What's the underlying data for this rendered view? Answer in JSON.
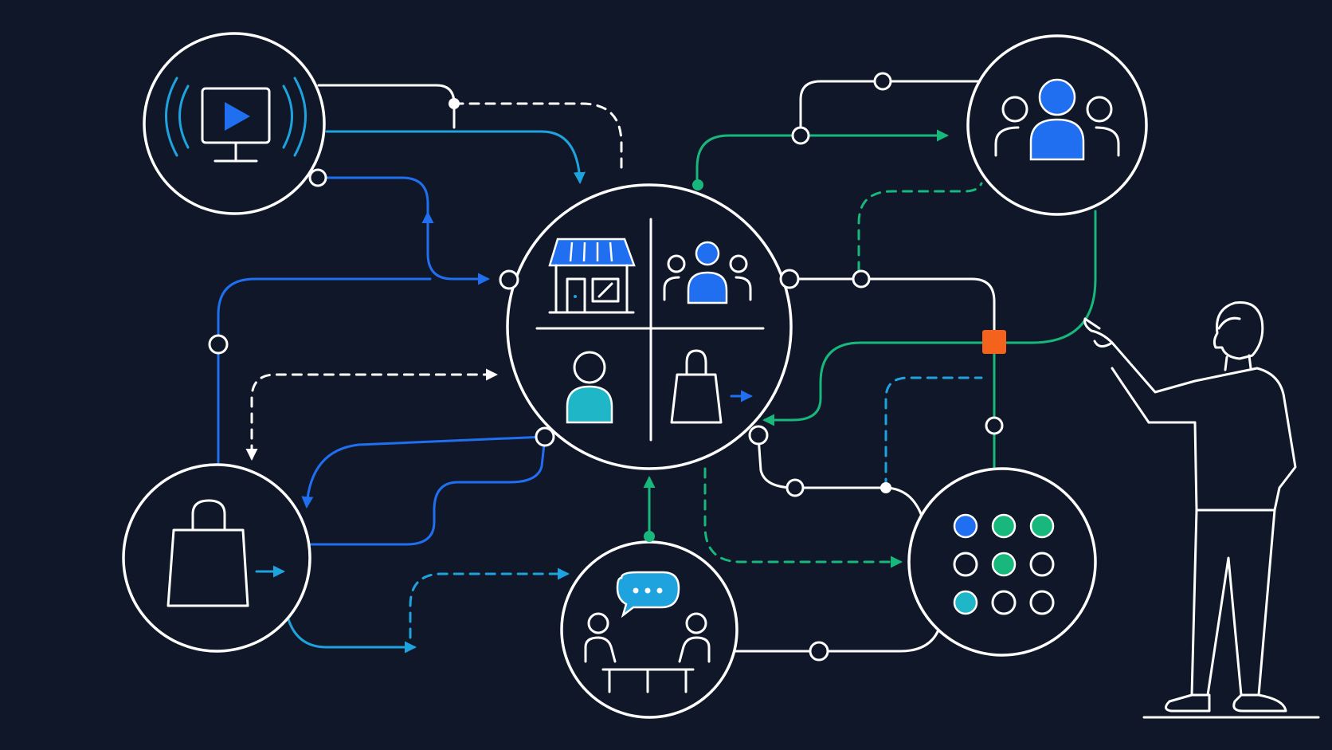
{
  "diagram": {
    "nodes": [
      {
        "id": "media",
        "icon": "video-broadcast-icon"
      },
      {
        "id": "hub",
        "icon": "storefront-icon"
      },
      {
        "id": "community",
        "icon": "user-group-icon"
      },
      {
        "id": "shopping",
        "icon": "shopping-bag-icon"
      },
      {
        "id": "meeting",
        "icon": "meeting-chat-icon"
      },
      {
        "id": "apps",
        "icon": "app-grid-icon"
      },
      {
        "id": "presenter",
        "icon": "person-pointing-icon"
      }
    ],
    "hub_quadrants": [
      "storefront-icon",
      "user-group-icon",
      "user-icon",
      "shopping-bag-icon"
    ],
    "junction": {
      "color": "#f5621e"
    }
  },
  "colors": {
    "background": "#0f1729",
    "line_white": "#ffffff",
    "line_cyan": "#1fa3df",
    "line_blue": "#1f6ff0",
    "line_green": "#18b77b",
    "accent_orange": "#f5621e",
    "icon_teal": "#1fb6c7"
  }
}
